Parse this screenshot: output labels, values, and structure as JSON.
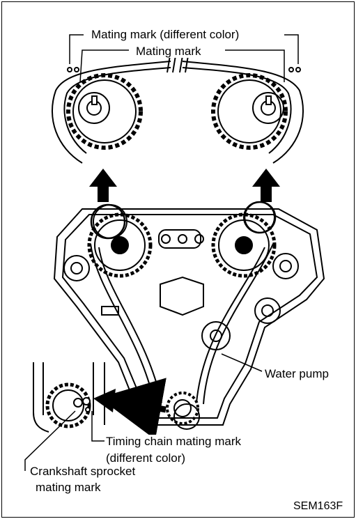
{
  "labels": {
    "mating_mark_different_color": "Mating mark (different color)",
    "mating_mark": "Mating mark",
    "water_pump": "Water pump",
    "timing_chain_mating_mark_line1": "Timing chain mating mark",
    "timing_chain_mating_mark_line2": "(different color)",
    "crankshaft_sprocket_line1": "Crankshaft sprocket",
    "crankshaft_sprocket_line2": "mating mark",
    "figure_code": "SEM163F"
  },
  "colors": {
    "ink": "#000000",
    "paper": "#ffffff"
  }
}
